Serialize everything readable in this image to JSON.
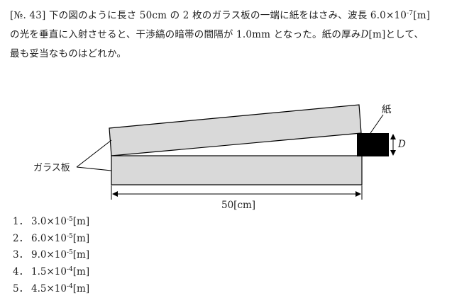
{
  "question": {
    "number": "[№. 43]",
    "line1_a": "下の図のように長さ 50cm の 2 枚のガラス板の一端に紙をはさみ、波長 6.0×10",
    "line1_sup": "-7",
    "line1_b": "[m]",
    "line2_a": "の光を垂直に入射させると、干渉縞の暗帯の間隔が 1.0mm となった。紙の厚み",
    "line2_var": "D",
    "line2_b": "[m]として、",
    "line3": "最も妥当なものはどれか。"
  },
  "figure": {
    "paper_label": "紙",
    "glass_label": "ガラス板",
    "thickness_label": "D",
    "length_label": "50[cm]",
    "plate_color": "#d9d9d9",
    "paper_color": "#000000"
  },
  "options": [
    {
      "num": "1．",
      "mant": "3.0×10",
      "exp": "-5",
      "unit": "[m]"
    },
    {
      "num": "2．",
      "mant": "6.0×10",
      "exp": "-5",
      "unit": "[m]"
    },
    {
      "num": "3．",
      "mant": "9.0×10",
      "exp": "-5",
      "unit": "[m]"
    },
    {
      "num": "4．",
      "mant": "1.5×10",
      "exp": "-4",
      "unit": "[m]"
    },
    {
      "num": "5．",
      "mant": "4.5×10",
      "exp": "-4",
      "unit": "[m]"
    }
  ]
}
